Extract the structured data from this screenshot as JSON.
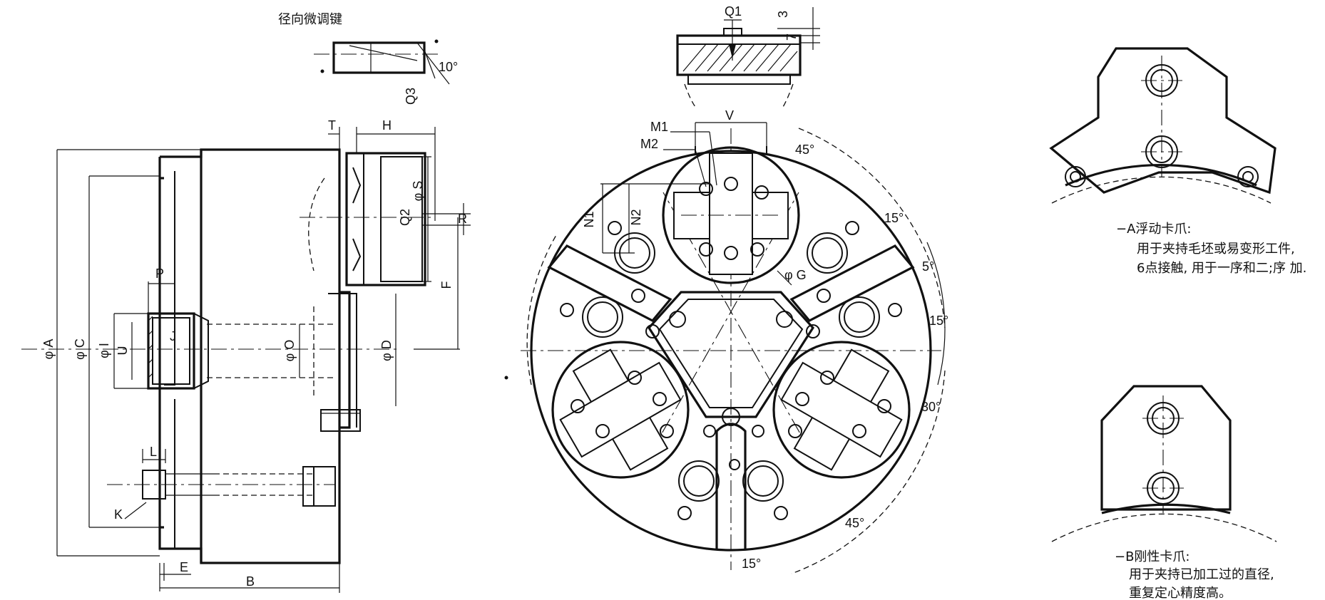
{
  "side_view": {
    "labels": {
      "A": "φ A",
      "C": "φ C",
      "I": "φ I",
      "U": "U",
      "J": "J",
      "P": "P",
      "O": "φ O",
      "D": "φ D",
      "T": "T",
      "H": "H",
      "S": "φ S",
      "Q2": "Q2",
      "R": "R",
      "F": "F",
      "L": "L",
      "K": "K",
      "E": "E",
      "B": "B"
    }
  },
  "key_detail": {
    "title": "径向微调键",
    "angle": "10°",
    "q3": "Q3"
  },
  "top_detail": {
    "q1": "Q1",
    "dim3": "3",
    "dim7": "7"
  },
  "front_view": {
    "labels": {
      "M1": "M1",
      "M2": "M2",
      "V": "V",
      "N1": "N1",
      "N2": "N2",
      "G": "φ G"
    },
    "angles": {
      "a1": "45°",
      "a2": "15°",
      "a3": "5°",
      "a4": "15°",
      "a5": "30°",
      "a6": "45°",
      "a7": "15°"
    }
  },
  "jaw_a": {
    "title": "−A浮动卡爪:",
    "line1": "用于夹持毛坯或易变形工件,",
    "line2": "6点接触, 用于一序和二;序 加."
  },
  "jaw_b": {
    "title": "−B刚性卡爪:",
    "line1": "用于夹持已加工过的直径,",
    "line2": "重复定心精度高。"
  }
}
